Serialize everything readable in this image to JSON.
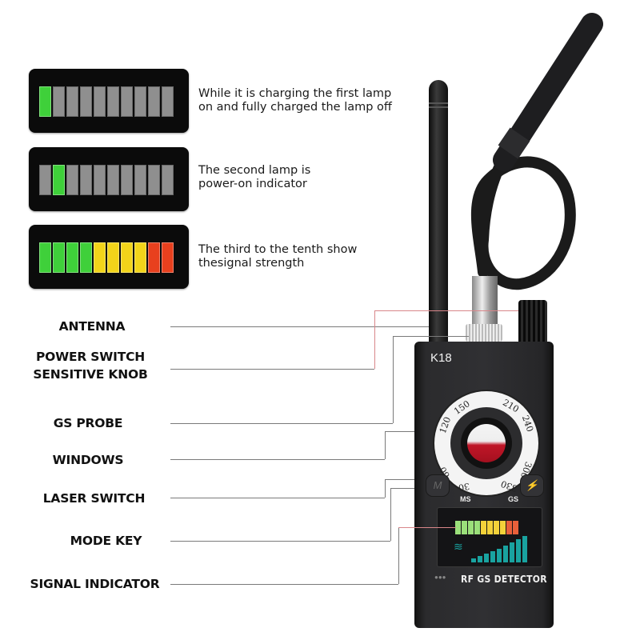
{
  "legend": [
    {
      "lamps": [
        "#3fd03a",
        "#8f8f8f",
        "#8f8f8f",
        "#8f8f8f",
        "#8f8f8f",
        "#8f8f8f",
        "#8f8f8f",
        "#8f8f8f",
        "#8f8f8f",
        "#8f8f8f"
      ],
      "line1": "While it is charging the first lamp",
      "line2": "on and fully charged the lamp off"
    },
    {
      "lamps": [
        "#8f8f8f",
        "#3fd03a",
        "#8f8f8f",
        "#8f8f8f",
        "#8f8f8f",
        "#8f8f8f",
        "#8f8f8f",
        "#8f8f8f",
        "#8f8f8f",
        "#8f8f8f"
      ],
      "line1": "The second lamp is",
      "line2": "power-on indicator"
    },
    {
      "lamps": [
        "#3fd03a",
        "#3fd03a",
        "#3fd03a",
        "#3fd03a",
        "#f2d41a",
        "#f2d41a",
        "#f2d41a",
        "#f2d41a",
        "#e8401e",
        "#e8401e"
      ],
      "line1": "The third to the tenth show",
      "line2": "thesignal strength"
    }
  ],
  "callouts": {
    "antenna": "ANTENNA",
    "power_switch_1": "POWER SWITCH",
    "power_switch_2": "SENSITIVE KNOB",
    "gs_probe": "GS PROBE",
    "windows": "WINDOWS",
    "laser_switch": "LASER SWITCH",
    "mode_key": "MODE KEY",
    "signal_indicator": "SIGNAL INDICATOR"
  },
  "device": {
    "model": "K18",
    "dial_numbers": [
      "150",
      "210",
      "120",
      "240",
      "60",
      "300",
      "30",
      "330"
    ],
    "ms_label": "MS",
    "gs_label": "GS",
    "brand": "RF  GS  DETECTOR",
    "screen_lamps": [
      "#9be07a",
      "#9be07a",
      "#9be07a",
      "#9be07a",
      "#f4d23a",
      "#f4d23a",
      "#f4d23a",
      "#f4d23a",
      "#e8603a",
      "#e8603a"
    ],
    "signal_bars": [
      5,
      8,
      11,
      14,
      17,
      21,
      25,
      29,
      33
    ]
  }
}
